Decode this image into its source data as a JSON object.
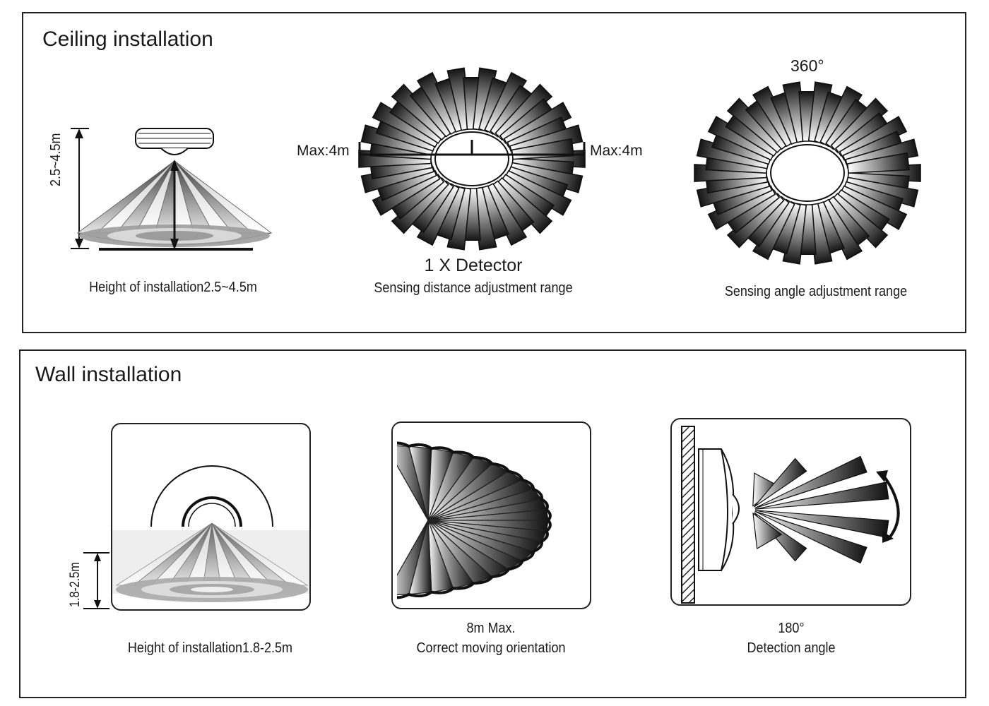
{
  "ceiling": {
    "title": "Ceiling installation",
    "height": {
      "dimension": "2.5~4.5m",
      "caption": "Height of installation2.5~4.5m"
    },
    "distance": {
      "max_left": "Max:4m",
      "max_right": "Max:4m",
      "heading": "1 X Detector",
      "caption": "Sensing distance adjustment range"
    },
    "angle": {
      "degrees": "360°",
      "caption": "Sensing angle adjustment range"
    }
  },
  "wall": {
    "title": "Wall installation",
    "height": {
      "dimension": "1.8-2.5m",
      "caption": "Height of installation1.8-2.5m"
    },
    "orientation": {
      "distance": "8m Max.",
      "caption": "Correct moving orientation"
    },
    "angle": {
      "degrees": "180°",
      "caption": "Detection angle"
    }
  },
  "colors": {
    "line": "#1a1a1a",
    "fan_dark": "#222222",
    "fan_light": "#ffffff"
  }
}
